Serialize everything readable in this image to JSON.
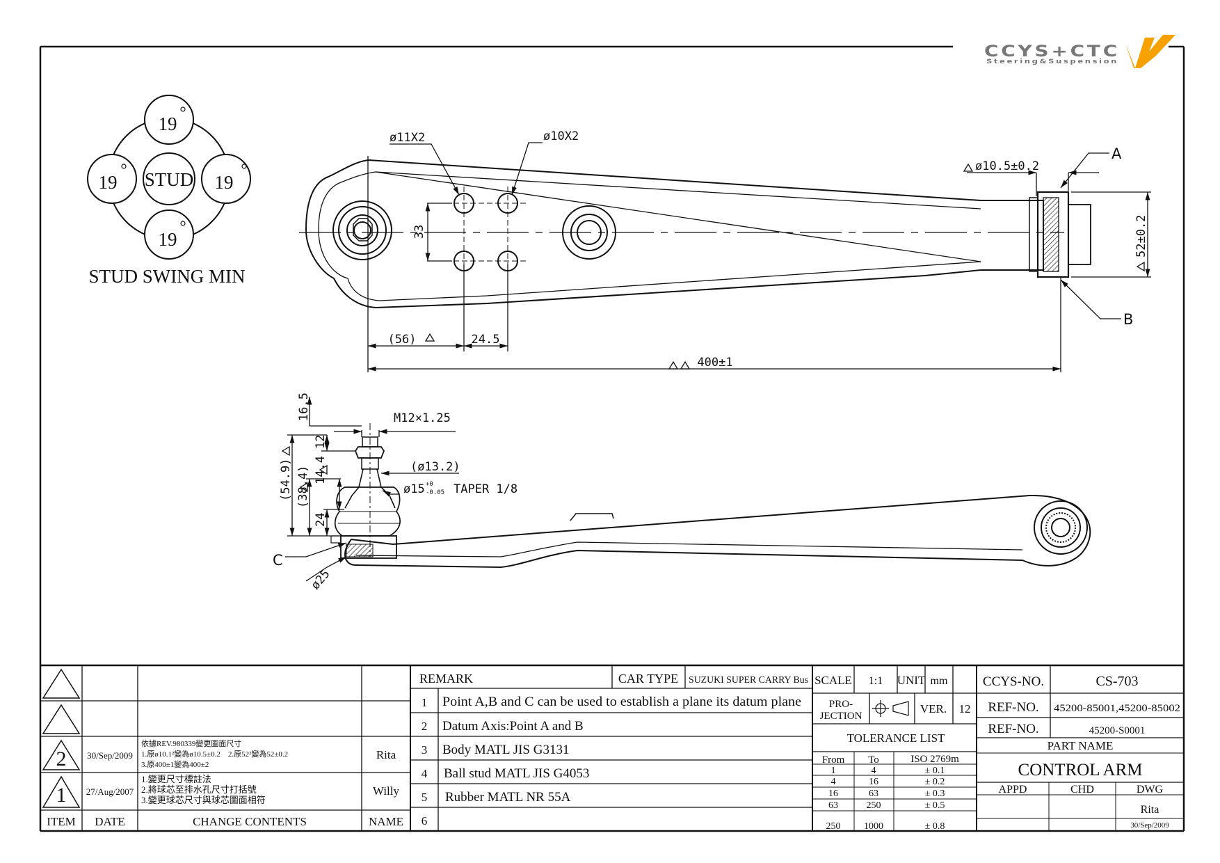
{
  "logo": {
    "brand": "CCYS+CTC",
    "tagline": "Steering&Suspension",
    "accent_color": "#f6a100",
    "brand_color": "#777777"
  },
  "stud_swing": {
    "center_label": "STUD",
    "angles": [
      "19",
      "19",
      "19",
      "19"
    ],
    "degree_mark": "°",
    "caption": "STUD SWING MIN"
  },
  "top_view": {
    "hole_11": "ø11X2",
    "hole_10": "ø10X2",
    "dim_33": "33",
    "dim_bushing": "ø10.5±0.2",
    "dim_52": "52±0.2",
    "dim_56": "(56)",
    "dim_245": "24.5",
    "dim_400": "400±1",
    "point_a": "A",
    "point_b": "B"
  },
  "side_view": {
    "dim_165": "16.5",
    "thread": "M12×1.25",
    "dim_549": "(54.9)",
    "dim_384": "(38.4)",
    "dim_24": "24",
    "dim_144": "14.4",
    "dim_12": "12",
    "dim_132": "(ø13.2)",
    "dim_15": "ø15",
    "tol_15_upper": "+0",
    "tol_15_lower": "-0.05",
    "taper": "TAPER 1/8",
    "dim_25": "ø25",
    "point_c": "C"
  },
  "revisions": {
    "header": {
      "item": "ITEM",
      "date": "DATE",
      "contents": "CHANGE CONTENTS",
      "name": "NAME"
    },
    "rows": [
      {
        "item": "2",
        "date": "30/Sep/2009",
        "lines": [
          "依據REV.980339變更圖面尺寸",
          "1.原ø10.1²變為ø10.5±0.2　2.原52²變為52±0.2",
          "3.原400±1變為400±2"
        ],
        "name": "Rita"
      },
      {
        "item": "1",
        "date": "27/Aug/2007",
        "lines": [
          "1.變更尺寸標註法",
          "2.將球芯至排水孔尺寸打括號",
          "3.變更球芯尺寸與球芯圖面相符"
        ],
        "name": "Willy"
      }
    ]
  },
  "remarks": {
    "title": "REMARK",
    "car_type_label": "CAR TYPE",
    "car_type": "SUZUKI SUPER CARRY Bus",
    "rows": [
      {
        "n": "1",
        "text": "Point A,B and C can be used to establish a plane its datum plane"
      },
      {
        "n": "2",
        "text": "Datum Axis:Point A and B"
      },
      {
        "n": "3",
        "text": "Body MATL JIS G3131"
      },
      {
        "n": "4",
        "text": "Ball stud MATL JIS G4053"
      },
      {
        "n": "5",
        "text": "Rubber MATL NR 55A"
      },
      {
        "n": "6",
        "text": ""
      }
    ]
  },
  "spec": {
    "scale_label": "SCALE",
    "scale": "1:1",
    "unit_label": "UNIT",
    "unit": "mm",
    "projection_label_1": "PRO-",
    "projection_label_2": "JECTION",
    "ver_label": "VER.",
    "ver": "12"
  },
  "tolerance": {
    "title": "TOLERANCE LIST",
    "headers": [
      "From",
      "To",
      "ISO 2769m"
    ],
    "rows": [
      [
        "1",
        "4",
        "± 0.1"
      ],
      [
        "4",
        "16",
        "± 0.2"
      ],
      [
        "16",
        "63",
        "± 0.3"
      ],
      [
        "63",
        "250",
        "± 0.5"
      ],
      [
        "250",
        "1000",
        "± 0.8"
      ]
    ]
  },
  "title_block": {
    "ccys_no_label": "CCYS-NO.",
    "ccys_no": "CS-703",
    "ref_label": "REF-NO.",
    "ref_1": "45200-85001,45200-85002",
    "ref_2": "45200-S0001",
    "part_name_label": "PART NAME",
    "part_name": "CONTROL ARM",
    "appd": "APPD",
    "chd": "CHD",
    "dwg": "DWG",
    "dwg_name": "Rita",
    "dwg_date": "30/Sep/2009"
  }
}
